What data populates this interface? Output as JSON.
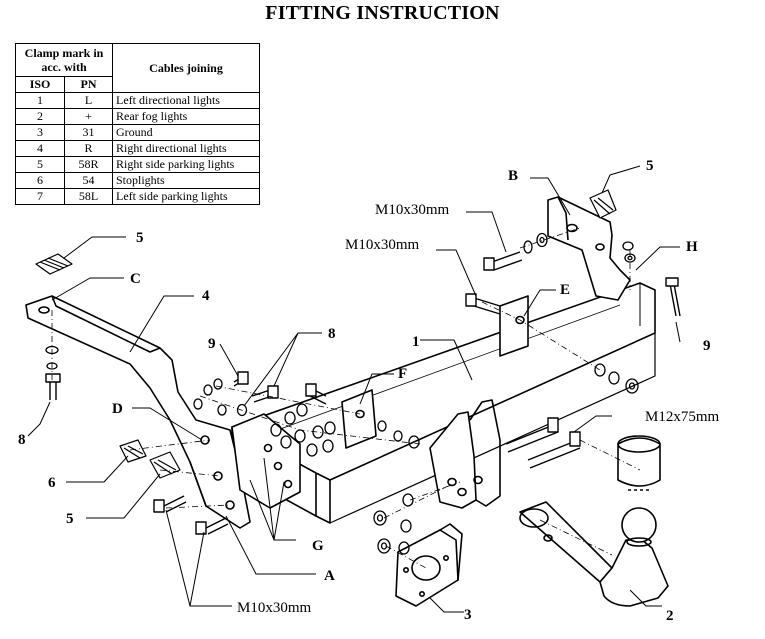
{
  "title": "FITTING INSTRUCTION",
  "table": {
    "header_clamp": "Clamp mark in acc. with",
    "header_cables": "Cables joining",
    "header_iso": "ISO",
    "header_pn": "PN",
    "rows": [
      {
        "iso": "1",
        "pn": "L",
        "cable": "Left directional lights"
      },
      {
        "iso": "2",
        "pn": "+",
        "cable": "Rear fog lights"
      },
      {
        "iso": "3",
        "pn": "31",
        "cable": "Ground"
      },
      {
        "iso": "4",
        "pn": "R",
        "cable": "Right directional lights"
      },
      {
        "iso": "5",
        "pn": "58R",
        "cable": "Right side parking lights"
      },
      {
        "iso": "6",
        "pn": "54",
        "cable": "Stoplights"
      },
      {
        "iso": "7",
        "pn": "58L",
        "cable": "Left side parking lights"
      }
    ]
  },
  "labels": {
    "part_1": "1",
    "part_2": "2",
    "part_3": "3",
    "part_4": "4",
    "part_5_top_left": "5",
    "part_5_top_right": "5",
    "part_5_bottom": "5",
    "part_6": "6",
    "part_8_left": "8",
    "part_8_center": "8",
    "part_9_left": "9",
    "part_9_right": "9",
    "letter_a": "A",
    "letter_b": "B",
    "letter_c": "C",
    "letter_d": "D",
    "letter_e": "E",
    "letter_f": "F",
    "letter_g": "G",
    "letter_h": "H",
    "bolt_top_1": "M10x30mm",
    "bolt_top_2": "M10x30mm",
    "bolt_bottom": "M10x30mm",
    "bolt_ball": "M12x75mm"
  }
}
